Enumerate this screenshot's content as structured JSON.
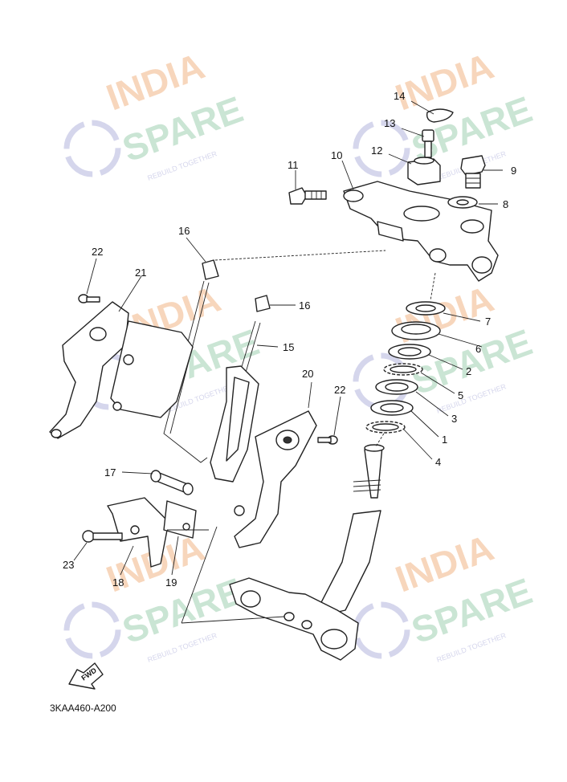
{
  "diagram_code": "3KAA460-A200",
  "direction_tag": "FWD",
  "watermark": {
    "line1": "INDIA",
    "line2": "SPARE",
    "tagline": "REBUILD TOGETHER",
    "colors": {
      "india": "#f5c9a6",
      "spare": "#b9dcc6",
      "icon": "#c7c8e6"
    }
  },
  "callouts": {
    "c1": "1",
    "c2": "2",
    "c3": "3",
    "c4": "4",
    "c5": "5",
    "c6": "6",
    "c7": "7",
    "c8": "8",
    "c9": "9",
    "c10": "10",
    "c11": "11",
    "c12": "12",
    "c13": "13",
    "c14": "14",
    "c15": "15",
    "c16a": "16",
    "c16b": "16",
    "c17": "17",
    "c18": "18",
    "c19": "19",
    "c20": "20",
    "c21": "21",
    "c22a": "22",
    "c22b": "22",
    "c23": "23"
  }
}
